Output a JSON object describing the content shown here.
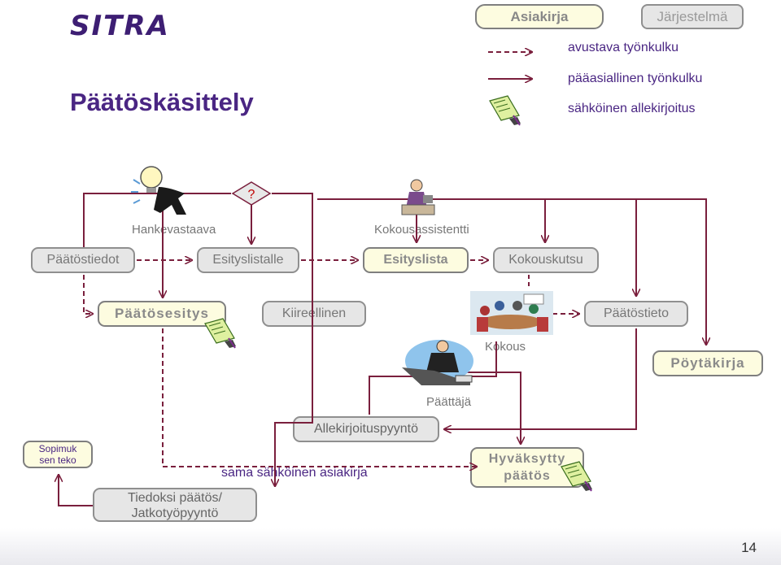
{
  "logo": "SITRA",
  "title": "Päätöskäsittely",
  "header_tabs": {
    "document": "Asiakirja",
    "system": "Järjestelmä"
  },
  "legend": {
    "dashed": "avustava työnkulku",
    "solid": "pääasiallinen työnkulku",
    "signature": "sähköinen allekirjoitus"
  },
  "roles": {
    "project_lead": "Hankevastaava",
    "meeting_assistant": "Kokousassistentti",
    "meeting": "Kokous",
    "decision_maker": "Päättäjä"
  },
  "decision_symbol": "?",
  "nodes": {
    "paatostiedot": "Päätöstiedot",
    "esityslistalle": "Esityslistalle",
    "esityslista": "Esityslista",
    "kokouskutsu": "Kokouskutsu",
    "paatosesitys": "Päätösesitys",
    "kiireellinen": "Kiireellinen",
    "paatostieto": "Päätöstieto",
    "poytakirja": "Pöytäkirja",
    "allekirjoituspyynto": "Allekirjoituspyyntö",
    "hyvaksytty_paatos": "Hyväksytty päätös",
    "sopimuksen_teko": "Sopimuk sen teko",
    "tiedoksi": "Tiedoksi päätös/ Jatkotyöpyyntö"
  },
  "annotation": "sama sähköinen asiakirja",
  "page_number": "14",
  "colors": {
    "flow": "#7a1f3d",
    "title": "#4a2683",
    "box_fill": "#e6e6e6",
    "doc_fill": "#fdfce0"
  }
}
